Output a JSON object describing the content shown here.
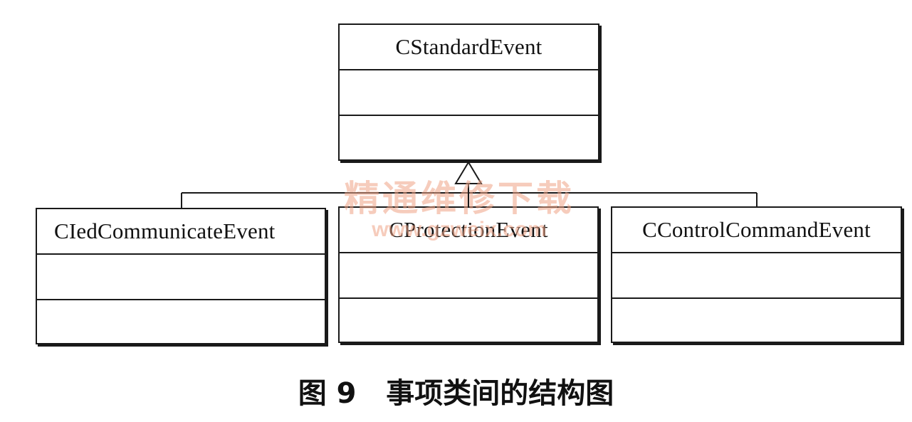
{
  "diagram": {
    "classes": [
      {
        "id": "standard",
        "name": "CStandardEvent"
      },
      {
        "id": "ied",
        "name": "CIedCommunicateEvent"
      },
      {
        "id": "prot",
        "name": "CProtectionEvent"
      },
      {
        "id": "control",
        "name": "CControlCommandEvent"
      }
    ],
    "relationship": "generalization",
    "parent": "standard",
    "children": [
      "ied",
      "prot",
      "control"
    ]
  },
  "watermark": {
    "title": "精通维修下载",
    "url": "www.gzweix.com"
  },
  "caption": "图 9   事项类间的结构图"
}
